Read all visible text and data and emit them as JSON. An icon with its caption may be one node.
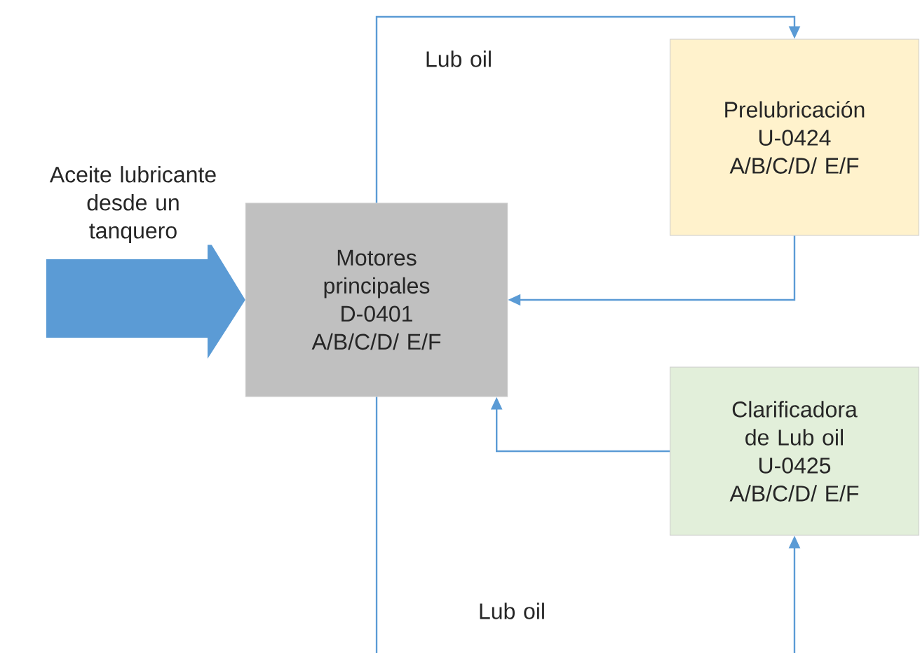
{
  "diagram": {
    "nodes": [
      {
        "text": [
          "Motores principales",
          "D-0401 A/B/C/D/ E/F"
        ]
      },
      {
        "text": [
          "Prelubricación",
          "U-0424 A/B/C/D/ E/F"
        ]
      },
      {
        "text": [
          "Clarificadora de Lub oil",
          "U-0425 A/B/C/D/ E/F"
        ]
      }
    ],
    "edges": [
      {
        "from": null,
        "to": 0,
        "arrow": "to",
        "style": "thick",
        "label": "Aceite lubricante desde un tanquero"
      },
      {
        "from": 0,
        "to": 1,
        "arrow": "to",
        "label": "Lub oil"
      },
      {
        "from": 1,
        "to": 0,
        "arrow": "to"
      },
      {
        "from": 2,
        "to": 0,
        "arrow": "to"
      },
      {
        "from": 0,
        "to": null,
        "arrow": "none",
        "label": "Lub oil"
      },
      {
        "from": null,
        "to": 2,
        "arrow": "to"
      }
    ]
  }
}
